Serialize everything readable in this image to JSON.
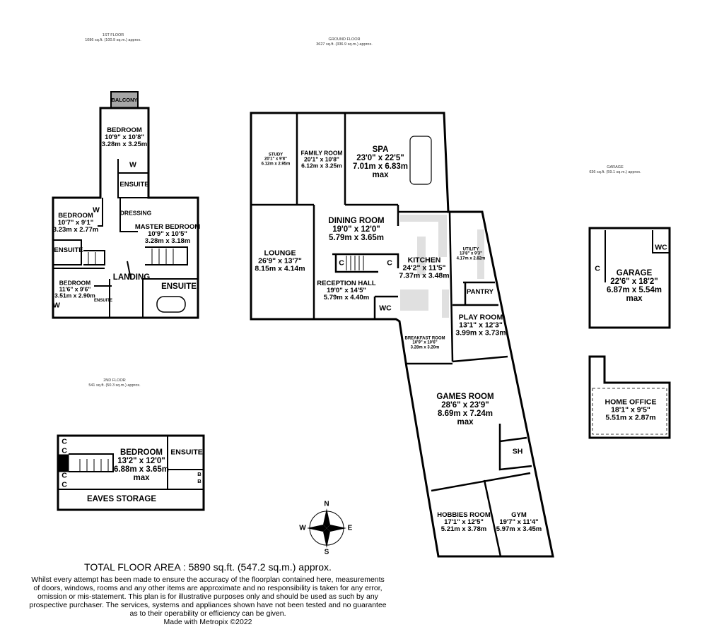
{
  "headers": {
    "first_floor": {
      "title": "1ST FLOOR",
      "area": "1086 sq.ft. (100.9 sq.m.) approx."
    },
    "ground_floor": {
      "title": "GROUND FLOOR",
      "area": "3627 sq.ft. (336.9 sq.m.) approx."
    },
    "garage": {
      "title": "GARAGE",
      "area": "636 sq.ft. (59.1 sq.m.) approx."
    },
    "second_floor": {
      "title": "2ND FLOOR",
      "area": "541 sq.ft. (50.3 sq.m.) approx."
    }
  },
  "first_floor": {
    "balcony": "BALCONY",
    "bedroom_top": {
      "name": "BEDROOM",
      "imperial": "10'9\"  x 10'8\"",
      "metric": "3.28m  x 3.25m"
    },
    "w_top": "W",
    "ensuite_top": "ENSUITE",
    "bedroom_left": {
      "name": "BEDROOM",
      "imperial": "10'7\"  x 9'1\"",
      "metric": "3.23m  x 2.77m"
    },
    "w_left": "W",
    "dressing": "DRESSING",
    "master_bedroom": {
      "name": "MASTER BEDROOM",
      "imperial": "10'9\"  x 10'5\"",
      "metric": "3.28m  x 3.18m"
    },
    "ensuite_left": "ENSUITE",
    "landing": "LANDING",
    "ensuite_master": "ENSUITE",
    "bedroom_bottom": {
      "name": "BEDROOM",
      "imperial": "11'6\"  x 9'6\"",
      "metric": "3.51m  x 2.90m"
    },
    "w_bottom": "W",
    "ensuite_small": "ENSUITE"
  },
  "ground_floor": {
    "study": {
      "name": "STUDY",
      "imperial": "20'1\"  x 9'8\"",
      "metric": "6.12m  x 2.95m"
    },
    "family_room": {
      "name": "FAMILY ROOM",
      "imperial": "20'1\"  x 10'8\"",
      "metric": "6.12m  x 3.25m"
    },
    "spa": {
      "name": "SPA",
      "imperial": "23'0\"  x 22'5\"",
      "metric": "7.01m  x 6.83m",
      "note": "max"
    },
    "dining_room": {
      "name": "DINING ROOM",
      "imperial": "19'0\"  x 12'0\"",
      "metric": "5.79m  x 3.65m"
    },
    "lounge": {
      "name": "LOUNGE",
      "imperial": "26'9\"  x 13'7\"",
      "metric": "8.15m  x 4.14m"
    },
    "cupboard_1": "C",
    "cupboard_2": "C",
    "kitchen": {
      "name": "KITCHEN",
      "imperial": "24'2\"  x 11'5\"",
      "metric": "7.37m  x 3.48m"
    },
    "utility": {
      "name": "UTILITY",
      "imperial": "13'8\"  x 9'3\"",
      "metric": "4.17m  x 2.82m"
    },
    "reception_hall": {
      "name": "RECEPTION HALL",
      "imperial": "19'0\"  x 14'5\"",
      "metric": "5.79m  x 4.40m"
    },
    "pantry": "PANTRY",
    "wc": "WC",
    "play_room": {
      "name": "PLAY ROOM",
      "imperial": "13'1\"  x 12'3\"",
      "metric": "3.99m  x 3.73m"
    },
    "breakfast_room": {
      "name": "BREAKFAST ROOM",
      "imperial": "10'9\"  x 10'6\"",
      "metric": "3.28m  x 3.20m"
    },
    "games_room": {
      "name": "GAMES ROOM",
      "imperial": "28'6\"  x 23'9\"",
      "metric": "8.69m  x 7.24m",
      "note": "max"
    },
    "sh": "SH",
    "hobbies_room": {
      "name": "HOBBIES ROOM",
      "imperial": "17'1\"  x 12'5\"",
      "metric": "5.21m  x 3.78m"
    },
    "gym": {
      "name": "GYM",
      "imperial": "19'7\"  x 11'4\"",
      "metric": "5.97m  x 3.45m"
    }
  },
  "garage": {
    "garage": {
      "name": "GARAGE",
      "imperial": "22'6\"  x 18'2\"",
      "metric": "6.87m  x 5.54m",
      "note": "max"
    },
    "cupboard": "C",
    "wc": "WC",
    "home_office": {
      "name": "HOME OFFICE",
      "imperial": "18'1\"  x 9'5\"",
      "metric": "5.51m  x 2.87m"
    }
  },
  "second_floor": {
    "bedroom": {
      "name": "BEDROOM",
      "imperial": "13'2\" x 12'0\"",
      "metric": "6.88m  x 3.65m",
      "note": "max"
    },
    "ensuite": "ENSUITE",
    "eaves_storage": "EAVES STORAGE",
    "cupboards": [
      "C",
      "C",
      "C",
      "C"
    ],
    "boilers": [
      "B",
      "B"
    ]
  },
  "compass": {
    "n": "N",
    "s": "S",
    "e": "E",
    "w": "W"
  },
  "footer": {
    "total": "TOTAL FLOOR AREA : 5890 sq.ft. (547.2 sq.m.) approx.",
    "disclaimer": [
      "Whilst every attempt has been made to ensure the accuracy of the floorplan contained here, measurements",
      "of doors, windows, rooms and any other items are approximate and no responsibility is taken for any error,",
      "omission or mis-statement. This plan is for illustrative purposes only and should be used as such by any",
      "prospective purchaser. The services, systems and appliances shown have not been tested and no guarantee",
      "as to their operability or efficiency can be given."
    ],
    "made_with": "Made with Metropix ©2022"
  },
  "colors": {
    "wall": "#000000",
    "balcony": "#a6a6a6",
    "fitting": "#e0e0e0"
  }
}
